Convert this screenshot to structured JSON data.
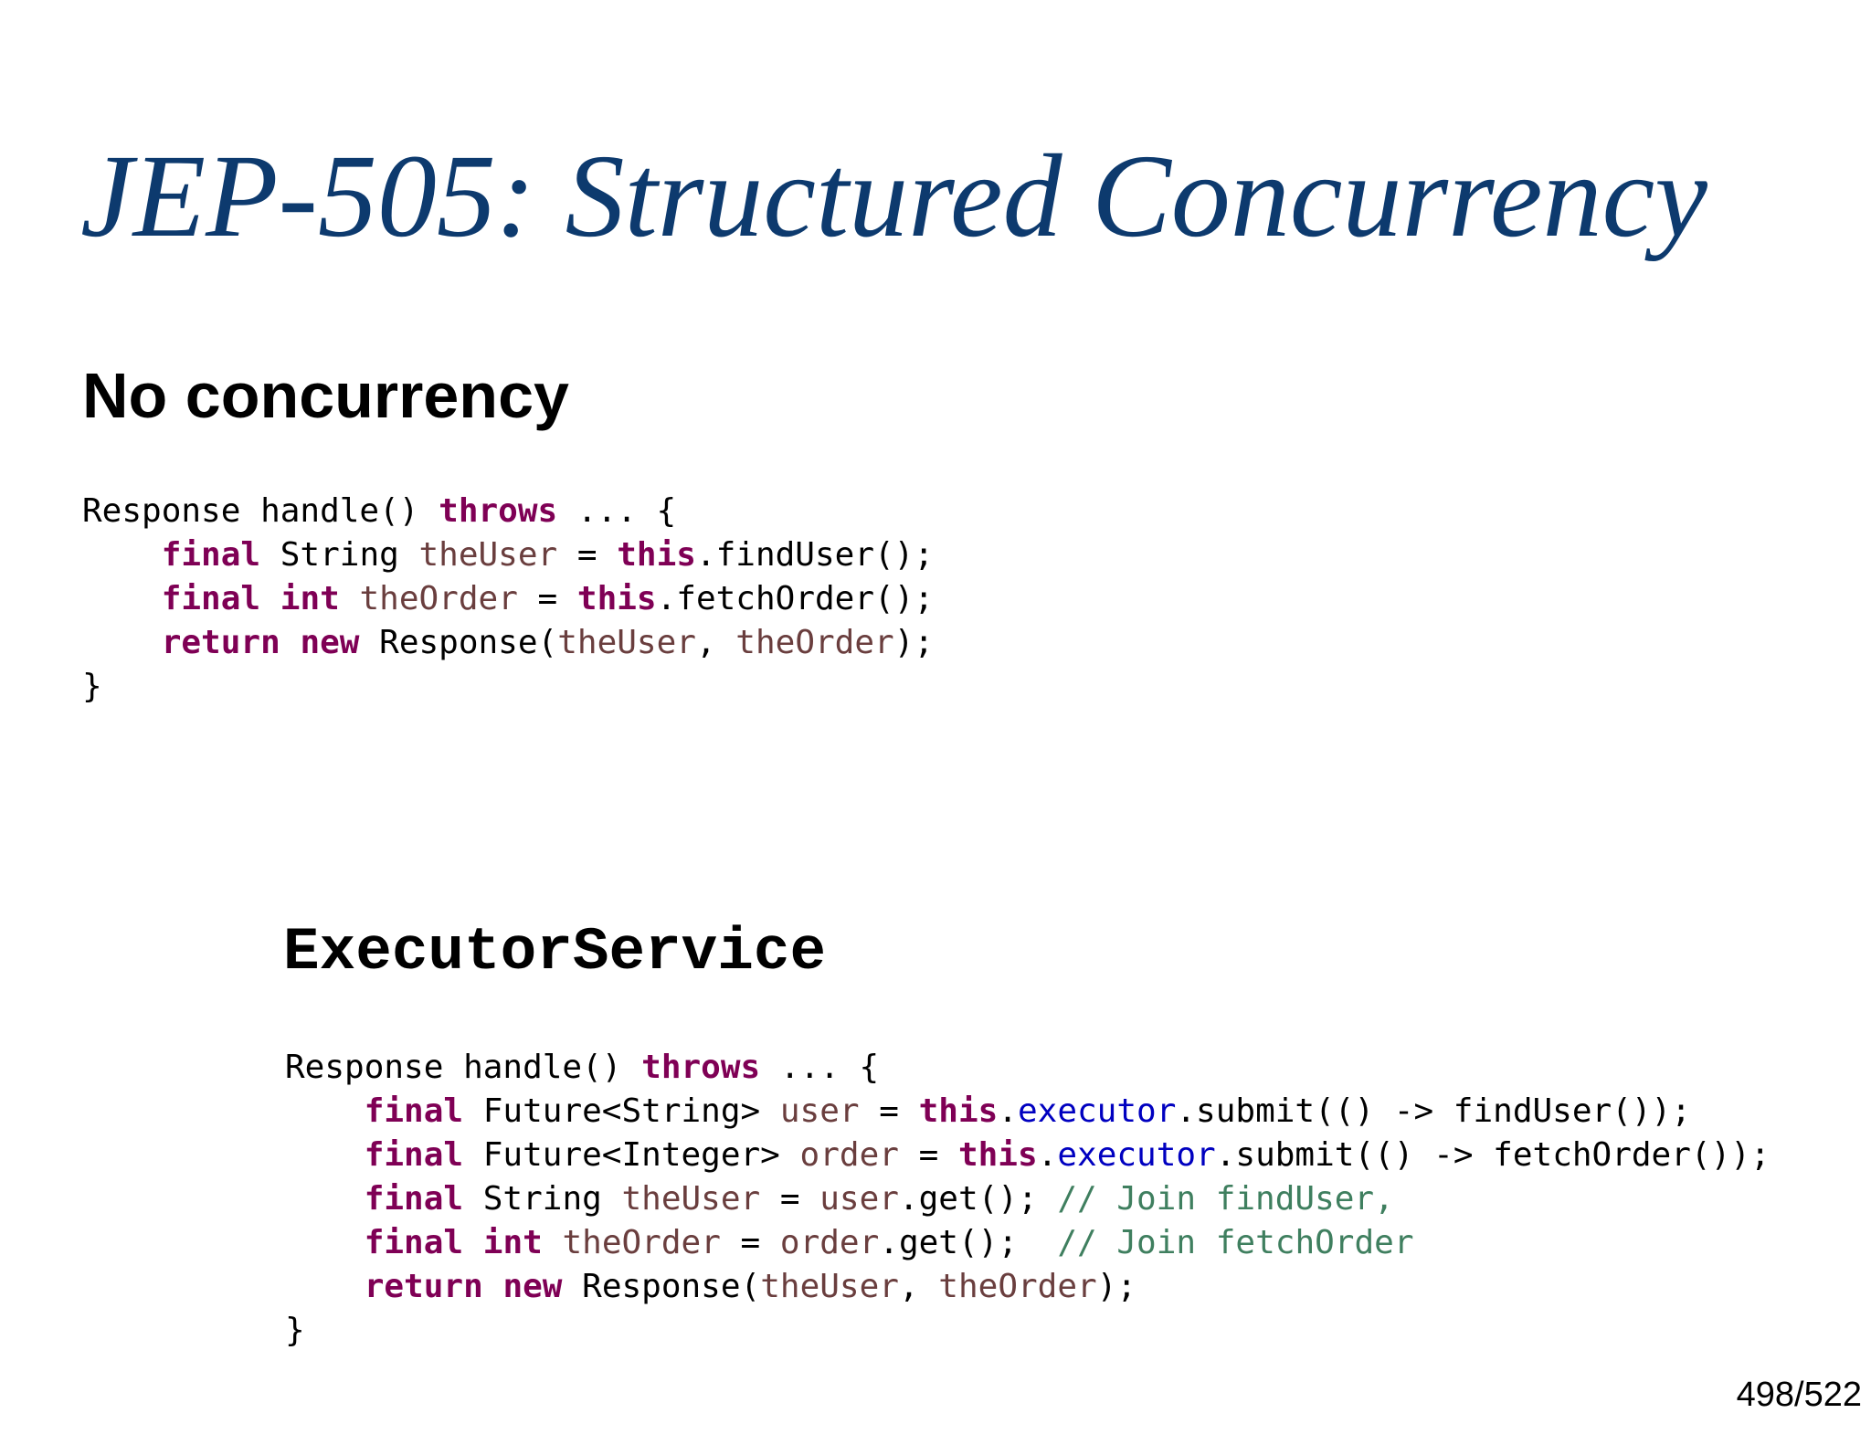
{
  "slide": {
    "title": "JEP-505: Structured Concurrency",
    "page_number": "498/522",
    "colors": {
      "title": "#0d3a6e",
      "keyword": "#7f0055",
      "local_variable": "#6a3e3e",
      "field": "#0000c0",
      "comment": "#3f7f5f",
      "plain": "#000000"
    }
  },
  "sections": [
    {
      "heading": "No concurrency",
      "code": [
        [
          [
            "pl",
            "Response handle() "
          ],
          [
            "kw",
            "throws"
          ],
          [
            "pl",
            " ... {"
          ]
        ],
        [
          [
            "pl",
            "    "
          ],
          [
            "kw",
            "final"
          ],
          [
            "pl",
            " String "
          ],
          [
            "var",
            "theUser"
          ],
          [
            "pl",
            " = "
          ],
          [
            "kw",
            "this"
          ],
          [
            "pl",
            ".findUser();"
          ]
        ],
        [
          [
            "pl",
            "    "
          ],
          [
            "kw",
            "final"
          ],
          [
            "pl",
            " "
          ],
          [
            "kw",
            "int"
          ],
          [
            "pl",
            " "
          ],
          [
            "var",
            "theOrder"
          ],
          [
            "pl",
            " = "
          ],
          [
            "kw",
            "this"
          ],
          [
            "pl",
            ".fetchOrder();"
          ]
        ],
        [
          [
            "pl",
            "    "
          ],
          [
            "kw",
            "return"
          ],
          [
            "pl",
            " "
          ],
          [
            "kw",
            "new"
          ],
          [
            "pl",
            " Response("
          ],
          [
            "var",
            "theUser"
          ],
          [
            "pl",
            ", "
          ],
          [
            "var",
            "theOrder"
          ],
          [
            "pl",
            ");"
          ]
        ],
        [
          [
            "pl",
            "}"
          ]
        ]
      ]
    },
    {
      "heading": "ExecutorService",
      "code": [
        [
          [
            "pl",
            "Response handle() "
          ],
          [
            "kw",
            "throws"
          ],
          [
            "pl",
            " ... {"
          ]
        ],
        [
          [
            "pl",
            "    "
          ],
          [
            "kw",
            "final"
          ],
          [
            "pl",
            " Future<String> "
          ],
          [
            "var",
            "user"
          ],
          [
            "pl",
            " = "
          ],
          [
            "kw",
            "this"
          ],
          [
            "pl",
            "."
          ],
          [
            "field",
            "executor"
          ],
          [
            "pl",
            ".submit(() -> findUser());"
          ]
        ],
        [
          [
            "pl",
            "    "
          ],
          [
            "kw",
            "final"
          ],
          [
            "pl",
            " Future<Integer> "
          ],
          [
            "var",
            "order"
          ],
          [
            "pl",
            " = "
          ],
          [
            "kw",
            "this"
          ],
          [
            "pl",
            "."
          ],
          [
            "field",
            "executor"
          ],
          [
            "pl",
            ".submit(() -> fetchOrder());"
          ]
        ],
        [
          [
            "pl",
            "    "
          ],
          [
            "kw",
            "final"
          ],
          [
            "pl",
            " String "
          ],
          [
            "var",
            "theUser"
          ],
          [
            "pl",
            " = "
          ],
          [
            "var",
            "user"
          ],
          [
            "pl",
            ".get(); "
          ],
          [
            "cm",
            "// Join findUser,"
          ]
        ],
        [
          [
            "pl",
            "    "
          ],
          [
            "kw",
            "final"
          ],
          [
            "pl",
            " "
          ],
          [
            "kw",
            "int"
          ],
          [
            "pl",
            " "
          ],
          [
            "var",
            "theOrder"
          ],
          [
            "pl",
            " = "
          ],
          [
            "var",
            "order"
          ],
          [
            "pl",
            ".get();  "
          ],
          [
            "cm",
            "// Join fetchOrder"
          ]
        ],
        [
          [
            "pl",
            "    "
          ],
          [
            "kw",
            "return"
          ],
          [
            "pl",
            " "
          ],
          [
            "kw",
            "new"
          ],
          [
            "pl",
            " Response("
          ],
          [
            "var",
            "theUser"
          ],
          [
            "pl",
            ", "
          ],
          [
            "var",
            "theOrder"
          ],
          [
            "pl",
            ");"
          ]
        ],
        [
          [
            "pl",
            "}"
          ]
        ]
      ]
    }
  ]
}
